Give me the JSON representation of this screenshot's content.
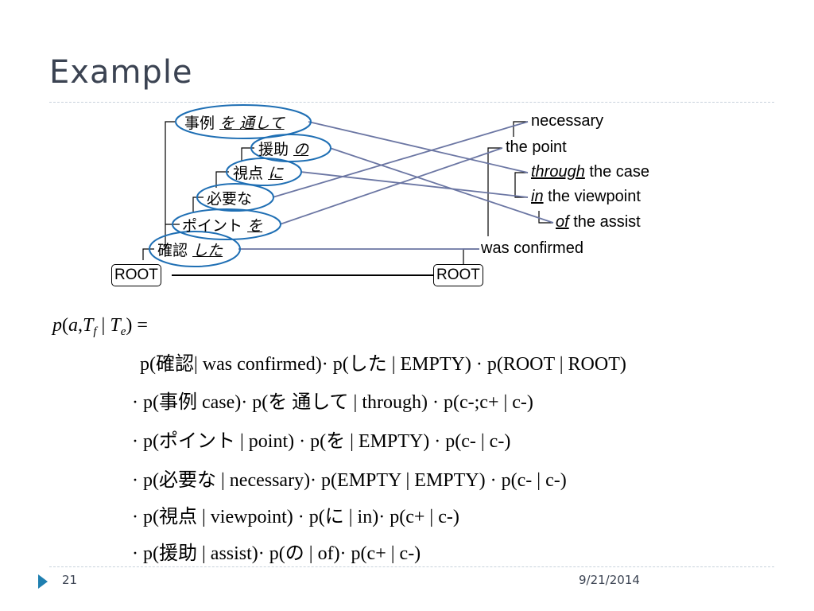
{
  "title": "Example",
  "japanese": [
    {
      "content": "事例",
      "particle": "を 通して"
    },
    {
      "content": "援助",
      "particle": "の"
    },
    {
      "content": "視点",
      "particle": "に"
    },
    {
      "content": "必要な",
      "particle": ""
    },
    {
      "content": "ポイント",
      "particle": "を"
    },
    {
      "content": "確認",
      "particle": "した"
    }
  ],
  "english": [
    {
      "pre": "",
      "particle": "",
      "content": "necessary"
    },
    {
      "pre": "",
      "particle": "",
      "content": "the point"
    },
    {
      "pre": "",
      "particle": "through",
      "content": " the case"
    },
    {
      "pre": "",
      "particle": "in",
      "content": " the viewpoint"
    },
    {
      "pre": "",
      "particle": "of",
      "content": " the assist"
    },
    {
      "pre": "",
      "particle": "",
      "content": "was confirmed"
    }
  ],
  "root_left": "ROOT",
  "root_right": "ROOT",
  "colors": {
    "ellipse": "#1f6fb4",
    "alignment": "#6b76a3",
    "title": "#3b4352",
    "footer_arrow": "#1f7fb0"
  },
  "formula": {
    "lhs": "p(a,T_f | T_e) =",
    "lines": [
      "p(確認| was confirmed)· p(した | EMPTY) · p(ROOT | ROOT)",
      "· p(事例 case)· p(を 通して | through) · p(c-;c+ | c-)",
      "· p(ポイント | point) · p(を | EMPTY) · p(c- | c-)",
      "· p(必要な | necessary)· p(EMPTY | EMPTY) · p(c- | c-)",
      "· p(視点 | viewpoint) · p(に | in)· p(c+ | c-)",
      "· p(援助 | assist)· p(の | of)· p(c+ | c-)"
    ]
  },
  "footer": {
    "page": "21",
    "date": "9/21/2014"
  }
}
